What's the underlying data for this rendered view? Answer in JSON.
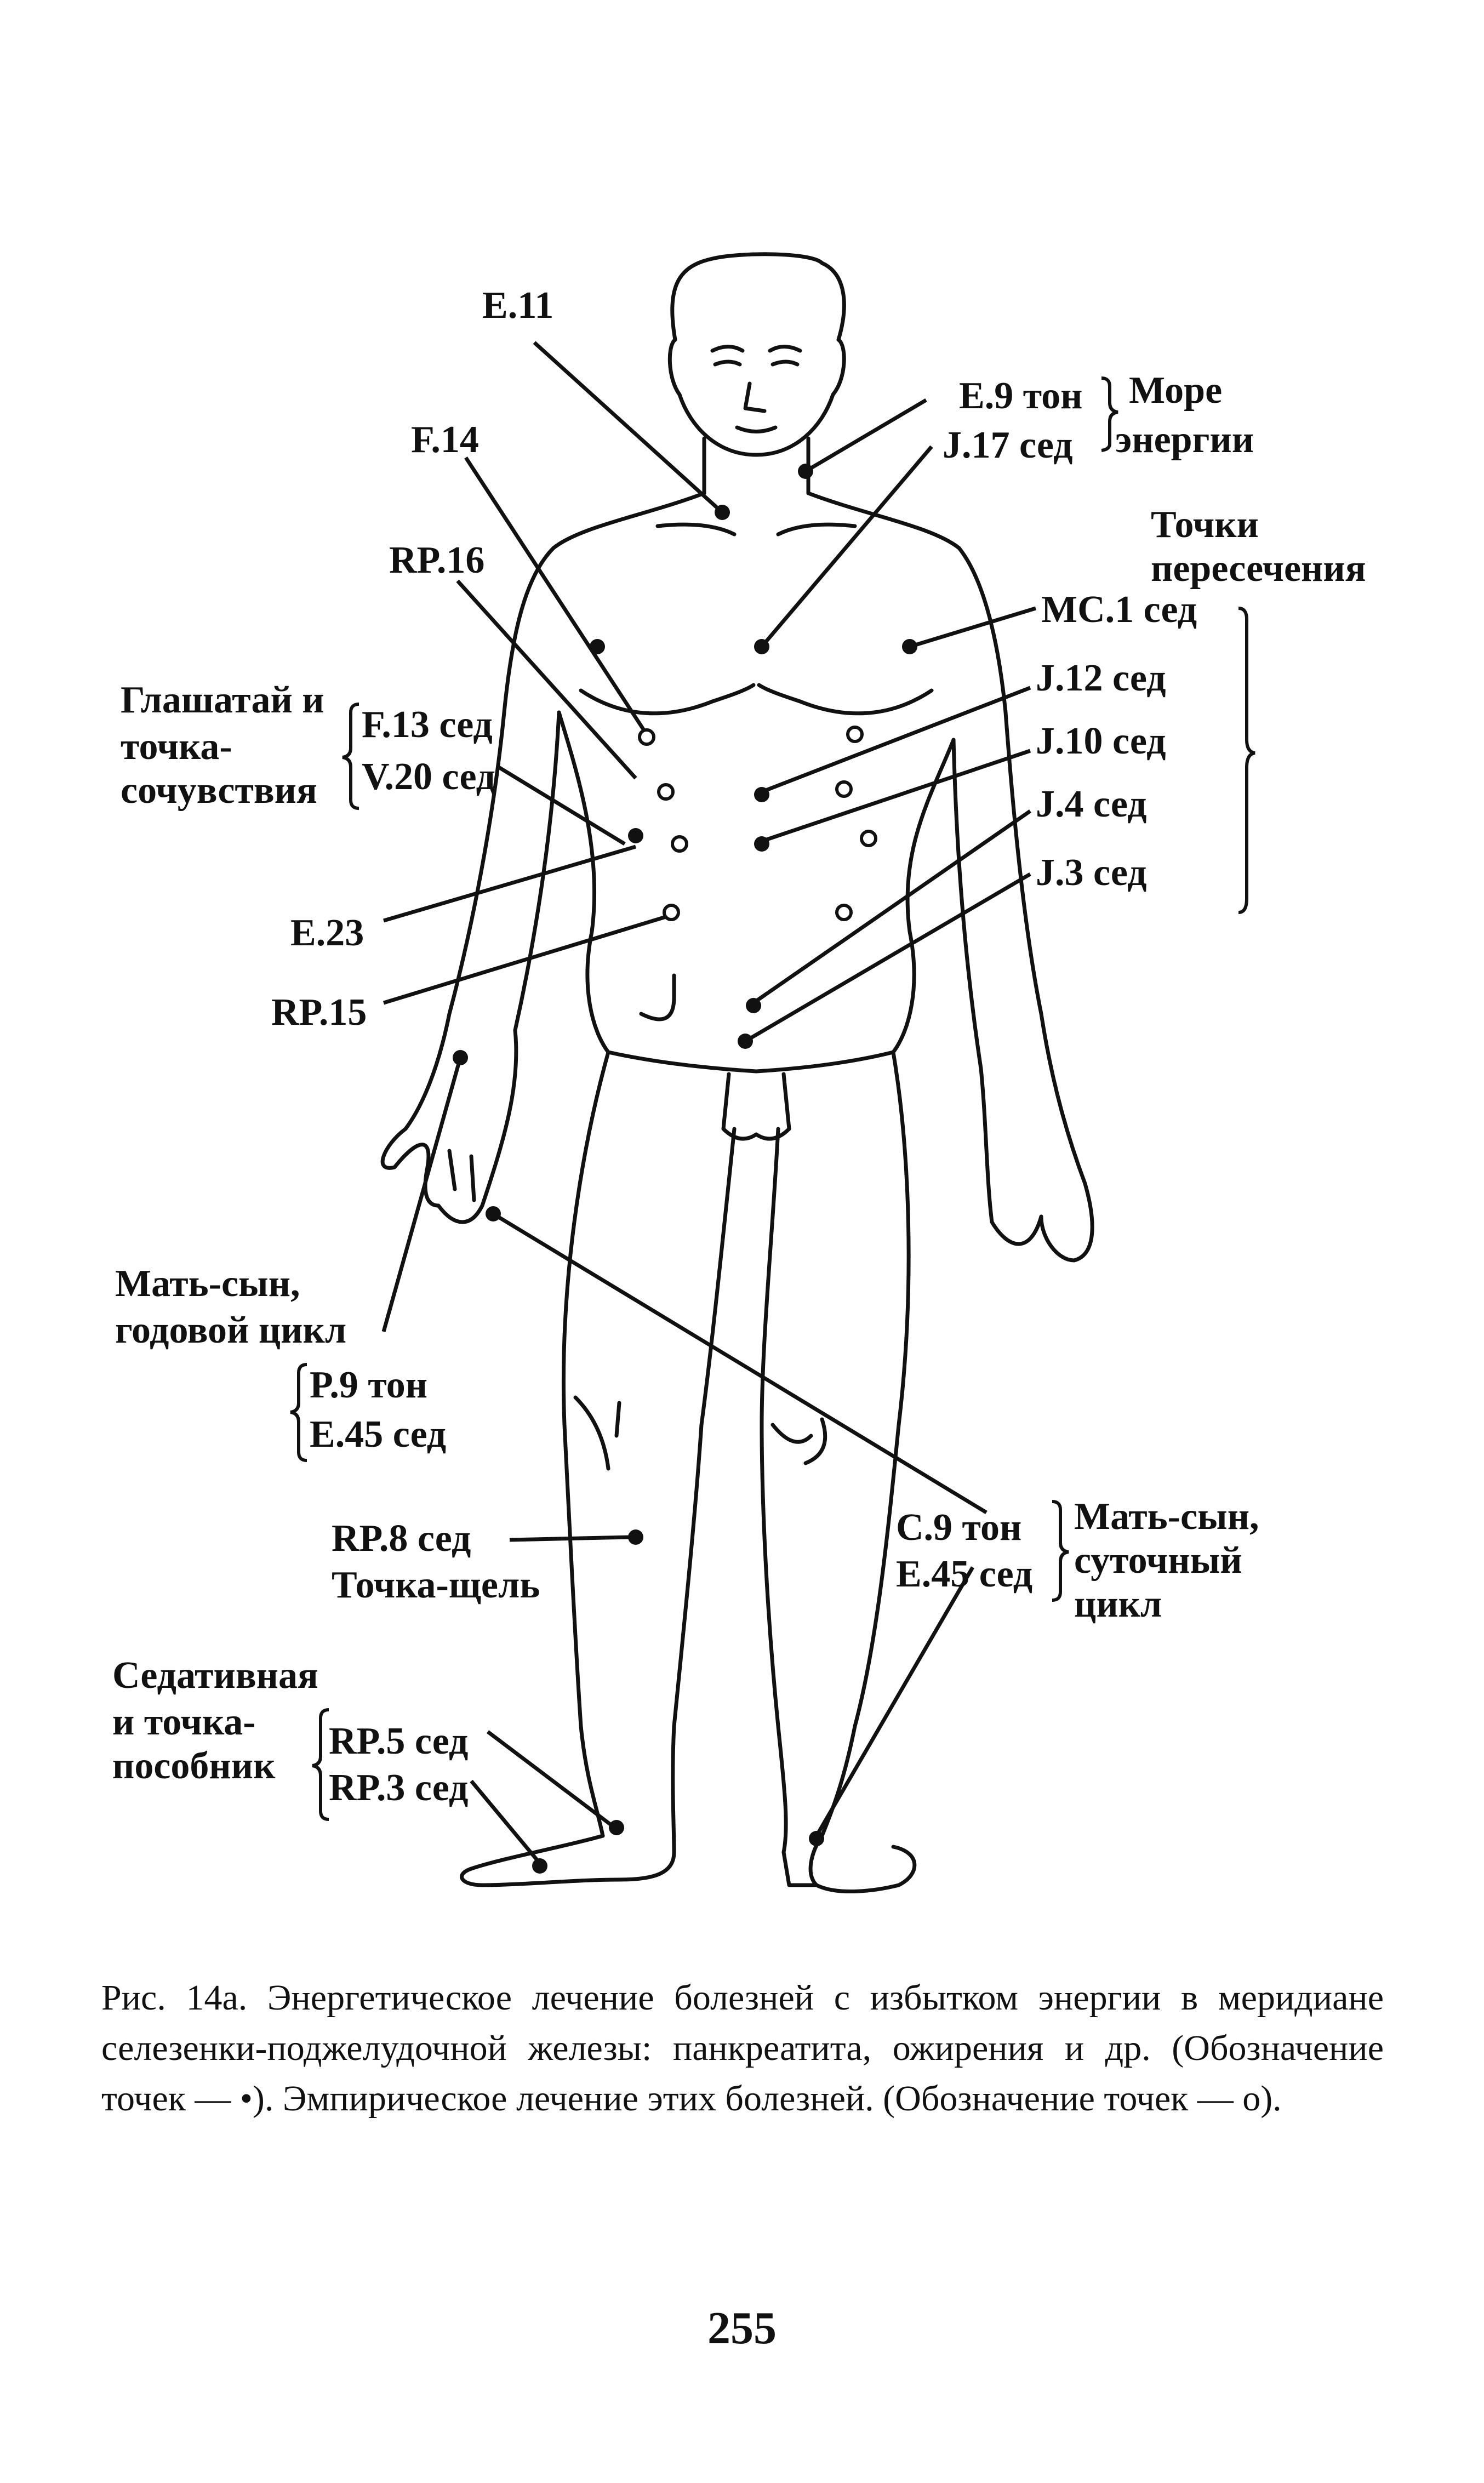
{
  "labels": {
    "e11": "E.11",
    "f14": "F.14",
    "rp16": "RP.16",
    "e9": "E.9 тон",
    "j17": "J.17 сед",
    "more": "Море",
    "energii": "энергии",
    "tochki": "Точки",
    "peresecheniya": "пересечения",
    "mc1": "MC.1 сед",
    "j12": "J.12 сед",
    "j10": "J.10 сед",
    "j4": "J.4 сед",
    "j3": "J.3 сед",
    "glashatai": "Глашатай и",
    "tochka": "точка-",
    "sochuvstviya": "сочувствия",
    "f13": "F.13 сед",
    "v20": "V.20 сед",
    "e23": "E.23",
    "rp15": "RP.15",
    "mat_syn_1": "Мать-сын,",
    "godovoi": "годовой цикл",
    "p9": "P.9 тон",
    "e45a": "E.45 сед",
    "rp8": "RP.8 сед",
    "tochka_shchel": "Точка-щель",
    "c9": "C.9 тон",
    "e45b": "E.45 сед",
    "mat_syn_2": "Мать-сын,",
    "sutochny": "суточный",
    "cikl": "цикл",
    "sedativnaya": "Седативная",
    "i_tochka": "и точка-",
    "posobnik": "пособник",
    "rp5": "RP.5 сед",
    "rp3": "RP.3 сед"
  },
  "caption": "Рис. 14а. Энергетическое лечение болезней с избытком энергии в меридиане селезенки-поджелудочной железы: панкреатита, ожирения и др. (Обозначение точек — •). Эмпирическое лечение этих болезней. (Обозначение точек — о).",
  "page_number": "255"
}
